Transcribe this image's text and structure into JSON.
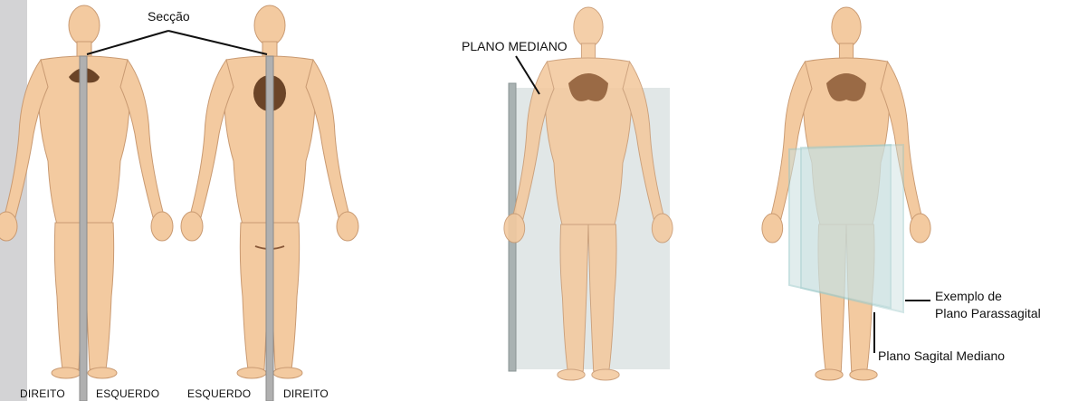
{
  "labels": {
    "seccao": "Secção",
    "direito_left": "DIREITO",
    "esquerdo_left": "ESQUERDO",
    "esquerdo_right": "ESQUERDO",
    "direito_right": "DIREITO",
    "plano_mediano": "PLANO MEDIANO",
    "exemplo_line1": "Exemplo de",
    "exemplo_line2": "Plano Parassagital",
    "plano_sagital": "Plano Sagital Mediano"
  },
  "colors": {
    "skin": "#f3caa0",
    "skin_shade": "#e2ad80",
    "hair": "#6b4427",
    "rod": "#b0b0b0",
    "glass": "#c9dcdc",
    "glass_edge": "#9cc9c9",
    "sidebar": "#d3d3d5"
  }
}
